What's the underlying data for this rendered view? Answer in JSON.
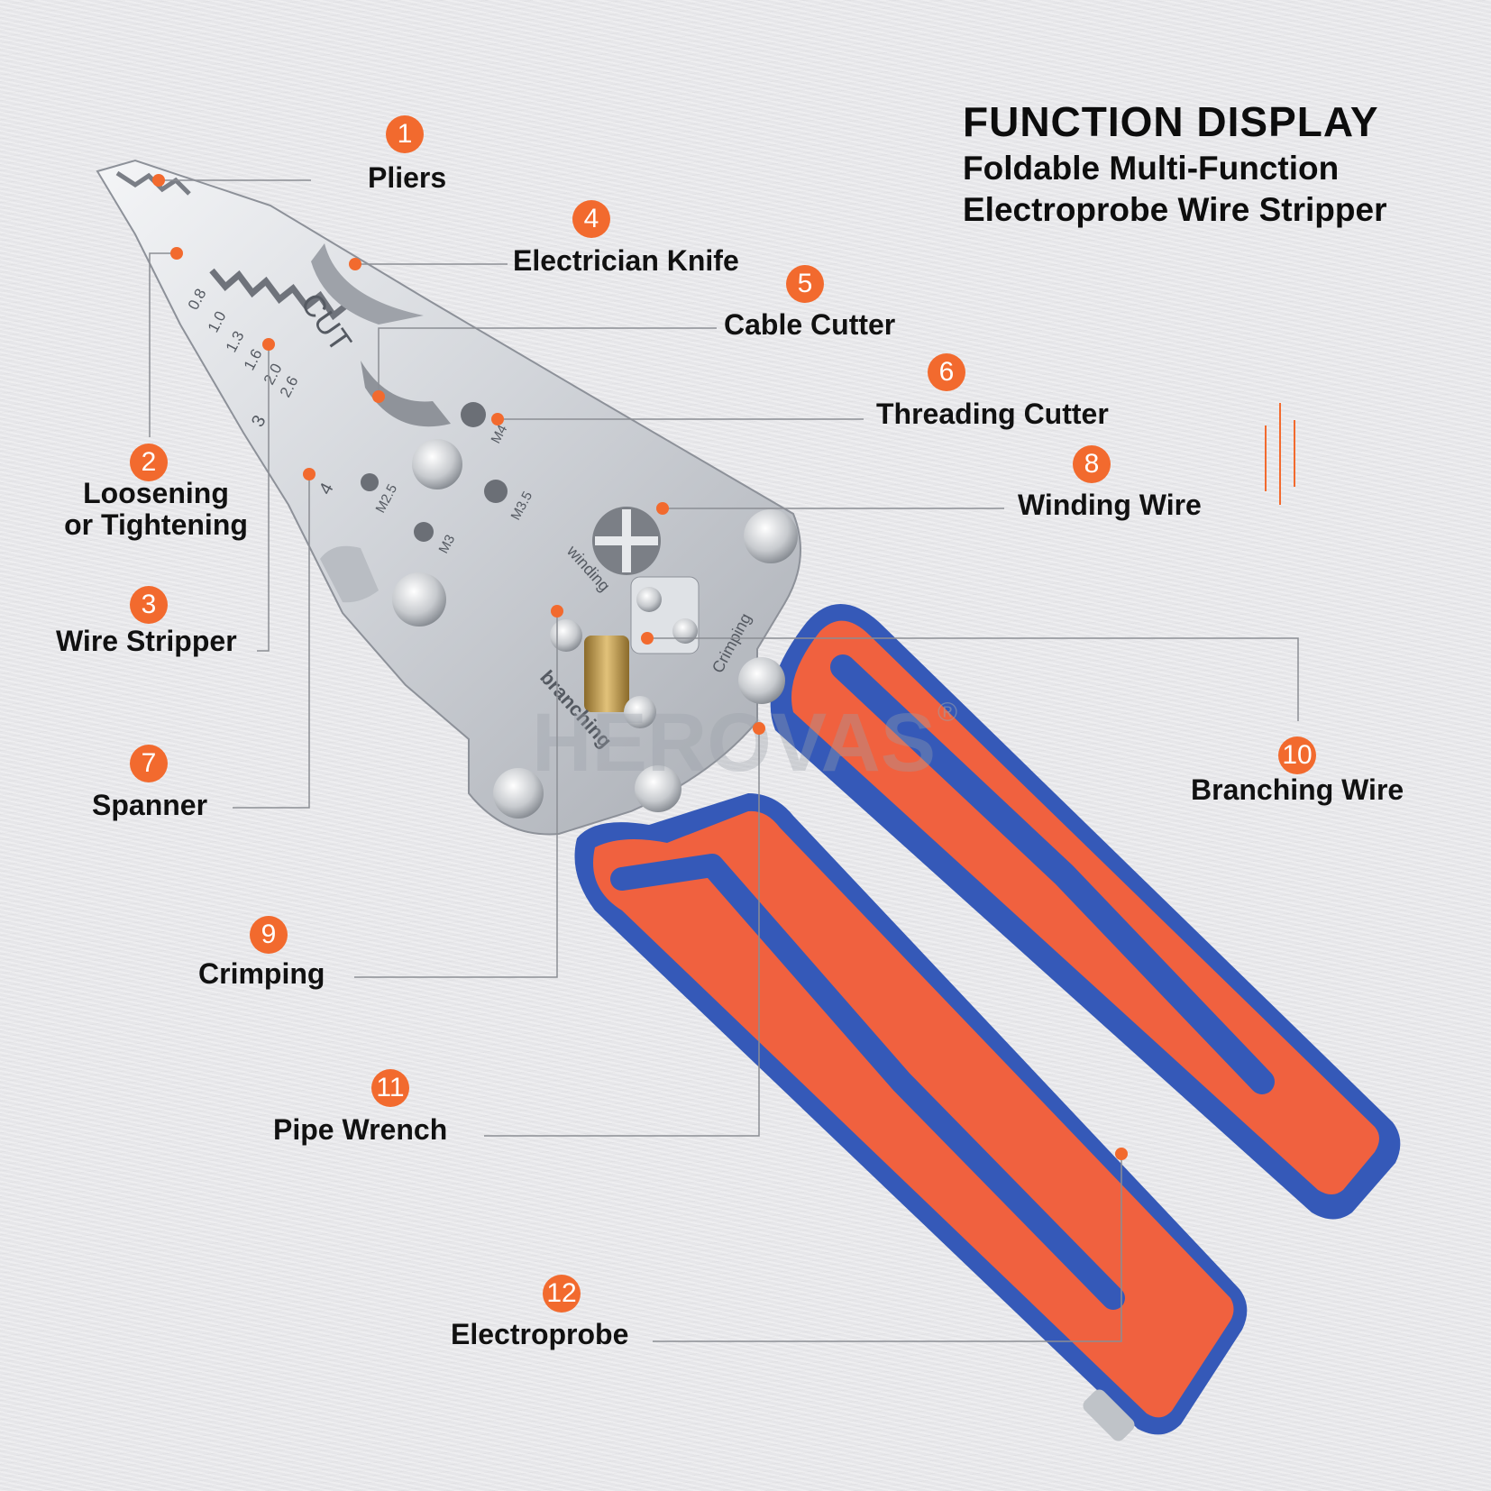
{
  "header": {
    "title": "FUNCTION DISPLAY",
    "subtitle_line1": "Foldable Multi-Function",
    "subtitle_line2": "Electroprobe Wire Stripper"
  },
  "features": [
    {
      "num": "1",
      "label": "Pliers"
    },
    {
      "num": "2",
      "label": "Loosening",
      "label2": "or Tightening"
    },
    {
      "num": "3",
      "label": "Wire Stripper"
    },
    {
      "num": "4",
      "label": "Electrician Knife"
    },
    {
      "num": "5",
      "label": "Cable Cutter"
    },
    {
      "num": "6",
      "label": "Threading Cutter"
    },
    {
      "num": "7",
      "label": "Spanner"
    },
    {
      "num": "8",
      "label": "Winding Wire"
    },
    {
      "num": "9",
      "label": "Crimping"
    },
    {
      "num": "10",
      "label": "Branching Wire"
    },
    {
      "num": "11",
      "label": "Pipe Wrench"
    },
    {
      "num": "12",
      "label": "Electroprobe"
    }
  ],
  "tool_markings": {
    "cut": "CUT",
    "gauges": [
      "0.8",
      "1.0",
      "1.3",
      "1.6",
      "2.0",
      "2.6"
    ],
    "hex_sizes": [
      "3",
      "4"
    ],
    "threads": [
      "M2.5",
      "M3",
      "M3.5",
      "M4"
    ],
    "winding": "winding",
    "crimping": "Crimping",
    "branching": "branching",
    "brand": "HEROVAS",
    "registered": "®"
  },
  "colors": {
    "accent": "#f26a2e",
    "handle_orange": "#f0613f",
    "handle_blue": "#3559b8",
    "steel": "#c9ccd2"
  }
}
